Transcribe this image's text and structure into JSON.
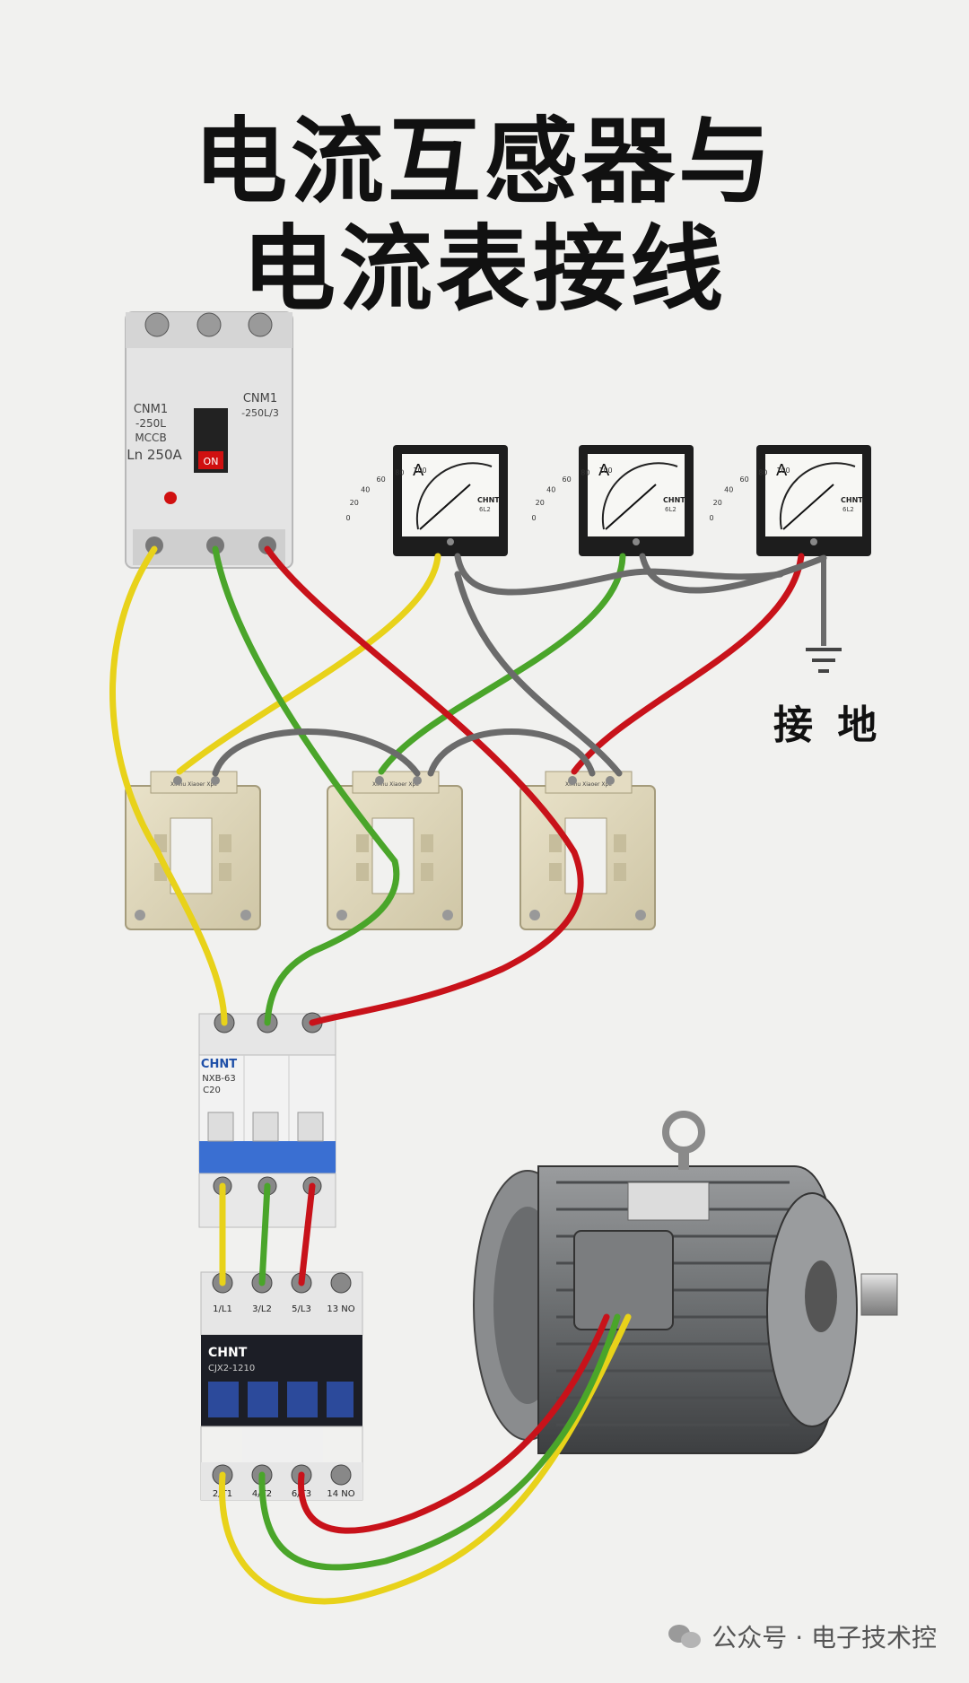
{
  "title": {
    "line1": "电流互感器与",
    "line2": "电流表接线"
  },
  "ground_label": "接 地",
  "breaker": {
    "brand_left": "CNM1",
    "model_left": "-250L",
    "type": "MCCB",
    "rating": "Ln 250A",
    "brand_right": "CNM1",
    "model_right": "-250L/3",
    "button_label": "ON"
  },
  "ammeter": {
    "unit": "A",
    "scale": [
      "0",
      "20",
      "40",
      "60",
      "80",
      "100"
    ],
    "brand": "CHNT",
    "model": "6L2"
  },
  "ct_label": "Xinhu Xiaoer Xpe",
  "mcb": {
    "brand": "CHNT",
    "model": "NXB-63",
    "rating": "C20"
  },
  "contactor": {
    "brand": "CHNT",
    "model": "CJX2-1210",
    "top_terminals": [
      "1/L1",
      "3/L2",
      "5/L3",
      "13 NO"
    ],
    "bottom_terminals": [
      "2/T1",
      "4/T2",
      "6/T3",
      "14 NO"
    ]
  },
  "watermark": {
    "text": "公众号 · 电子技术控",
    "icon": "wechat-icon"
  },
  "colors": {
    "background": "#f1f1ef",
    "phase_yellow": "#e8d21a",
    "phase_green": "#4aa52a",
    "phase_red": "#c8121a",
    "meter_wire": "#6b6b6b"
  }
}
